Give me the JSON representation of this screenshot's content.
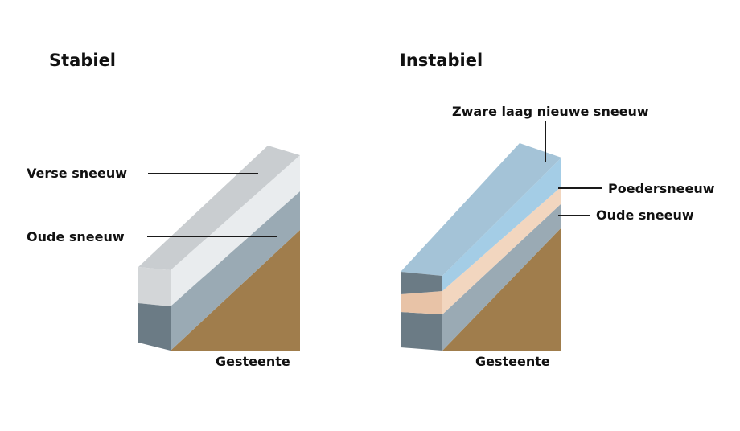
{
  "stable": {
    "title": "Stabiel",
    "label_fresh": "Verse sneeuw",
    "label_old": "Oude sneeuw",
    "label_rock": "Gesteente"
  },
  "unstable": {
    "title": "Instabiel",
    "label_heavy": "Zware laag nieuwe sneeuw",
    "label_powder": "Poedersneeuw",
    "label_old": "Oude sneeuw",
    "label_rock": "Gesteente"
  },
  "colors": {
    "rock": "#a07d4c",
    "old_snow": "#9aaab4",
    "fresh_snow": "#e9ecee",
    "heavy_snow": "#a4c3d7",
    "powder_snow": "#f2d6bf"
  }
}
